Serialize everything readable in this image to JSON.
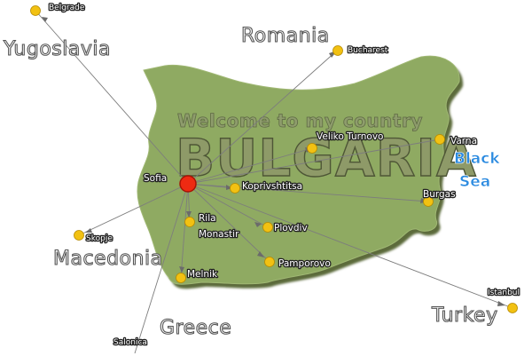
{
  "map": {
    "welcome": "Welcome to my country",
    "title": "BULGARIA",
    "sea": [
      "Black",
      "Sea"
    ],
    "colors": {
      "land": "#8faa62",
      "land_shadow": "#5b6b3a",
      "city_dot": "#f2c112",
      "capital_dot": "#ee2a12",
      "sea_text": "#2a8ae0",
      "route_line": "#7d7d7d"
    },
    "neighbors": [
      "Yugoslavia",
      "Romania",
      "Macedonia",
      "Greece",
      "Turkey"
    ],
    "capital": "Sofia",
    "destinations": [
      "Belgrade",
      "Bucharest",
      "Veliko Turnovo",
      "Varna",
      "Burgas",
      "Koprivshtitsa",
      "Rila Monastir",
      "Plovdiv",
      "Pamporovo",
      "Melnik",
      "Skopje",
      "Salonica",
      "Istanbul"
    ]
  }
}
